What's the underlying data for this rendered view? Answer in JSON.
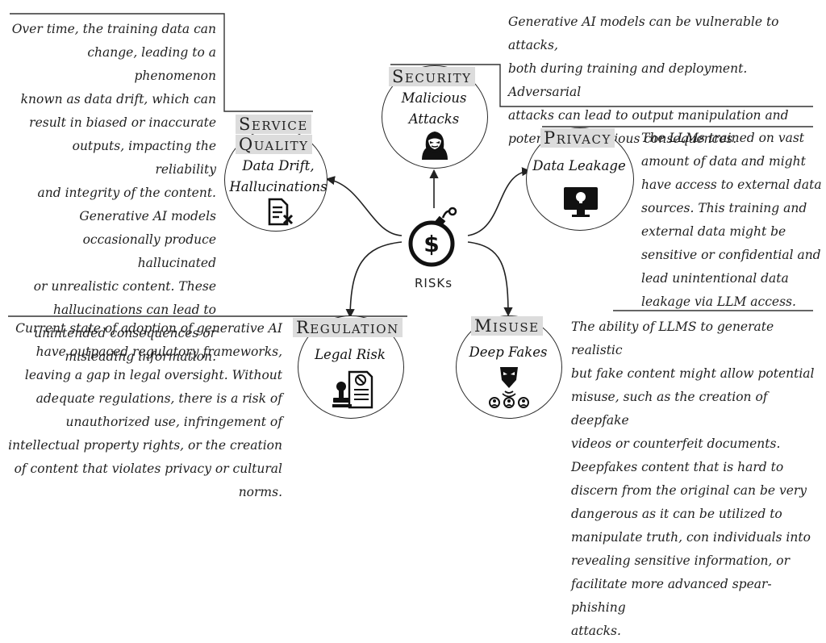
{
  "center": {
    "label": "RISKs",
    "icon": "dollar-bomb-icon"
  },
  "categories": {
    "service_quality": {
      "title_line1": "Service",
      "title_line2": "Quality",
      "subtitle_line1": "Data Drift,",
      "subtitle_line2": "Hallucinations",
      "icon": "document-x-icon",
      "paragraph": [
        "Over time, the training data can",
        "change, leading to a phenomenon",
        "known as data drift, which can",
        "result in biased or inaccurate",
        "outputs, impacting the reliability",
        "and integrity of the content.",
        "Generative AI models",
        "occasionally produce hallucinated",
        "or unrealistic content. These",
        "hallucinations can lead to",
        "unintended consequences or",
        "misleading information."
      ]
    },
    "security": {
      "title": "Security",
      "subtitle_line1": "Malicious",
      "subtitle_line2": "Attacks",
      "icon": "hacker-icon",
      "paragraph": [
        "Generative AI models can be vulnerable to attacks,",
        "both during training and deployment. Adversarial",
        "attacks can lead to output manipulation and",
        "potentially malicious consequences."
      ]
    },
    "privacy": {
      "title": "Privacy",
      "subtitle": "Data Leakage",
      "icon": "monitor-lock-icon",
      "paragraph": [
        "The LLMs trained on vast",
        "amount of data and might",
        "have access to external data",
        "sources. This training and",
        "external data might be",
        "sensitive or confidential and",
        "lead unintentional data",
        "leakage via LLM access."
      ]
    },
    "regulation": {
      "title": "Regulation",
      "subtitle": "Legal Risk",
      "icon": "stamp-document-icon",
      "paragraph": [
        "Current state of adoption of generative AI",
        "have outpaced regulatory frameworks,",
        "leaving a gap in legal oversight. Without",
        "adequate regulations, there is a risk of",
        "unauthorized use, infringement of",
        "intellectual property rights, or the creation",
        "of content that violates privacy or cultural",
        "norms."
      ]
    },
    "misuse": {
      "title": "Misuse",
      "subtitle": "Deep Fakes",
      "icon": "mask-people-icon",
      "paragraph": [
        "The ability of LLMS to generate realistic",
        "but fake content might allow potential",
        "misuse, such as the creation of deepfake",
        "videos or counterfeit documents.",
        "Deepfakes content that is hard to",
        "discern from the original can be very",
        "dangerous as it can be utilized to",
        "manipulate truth, con individuals into",
        "revealing sensitive information, or",
        "facilitate more advanced spear-phishing",
        "attacks."
      ]
    }
  }
}
